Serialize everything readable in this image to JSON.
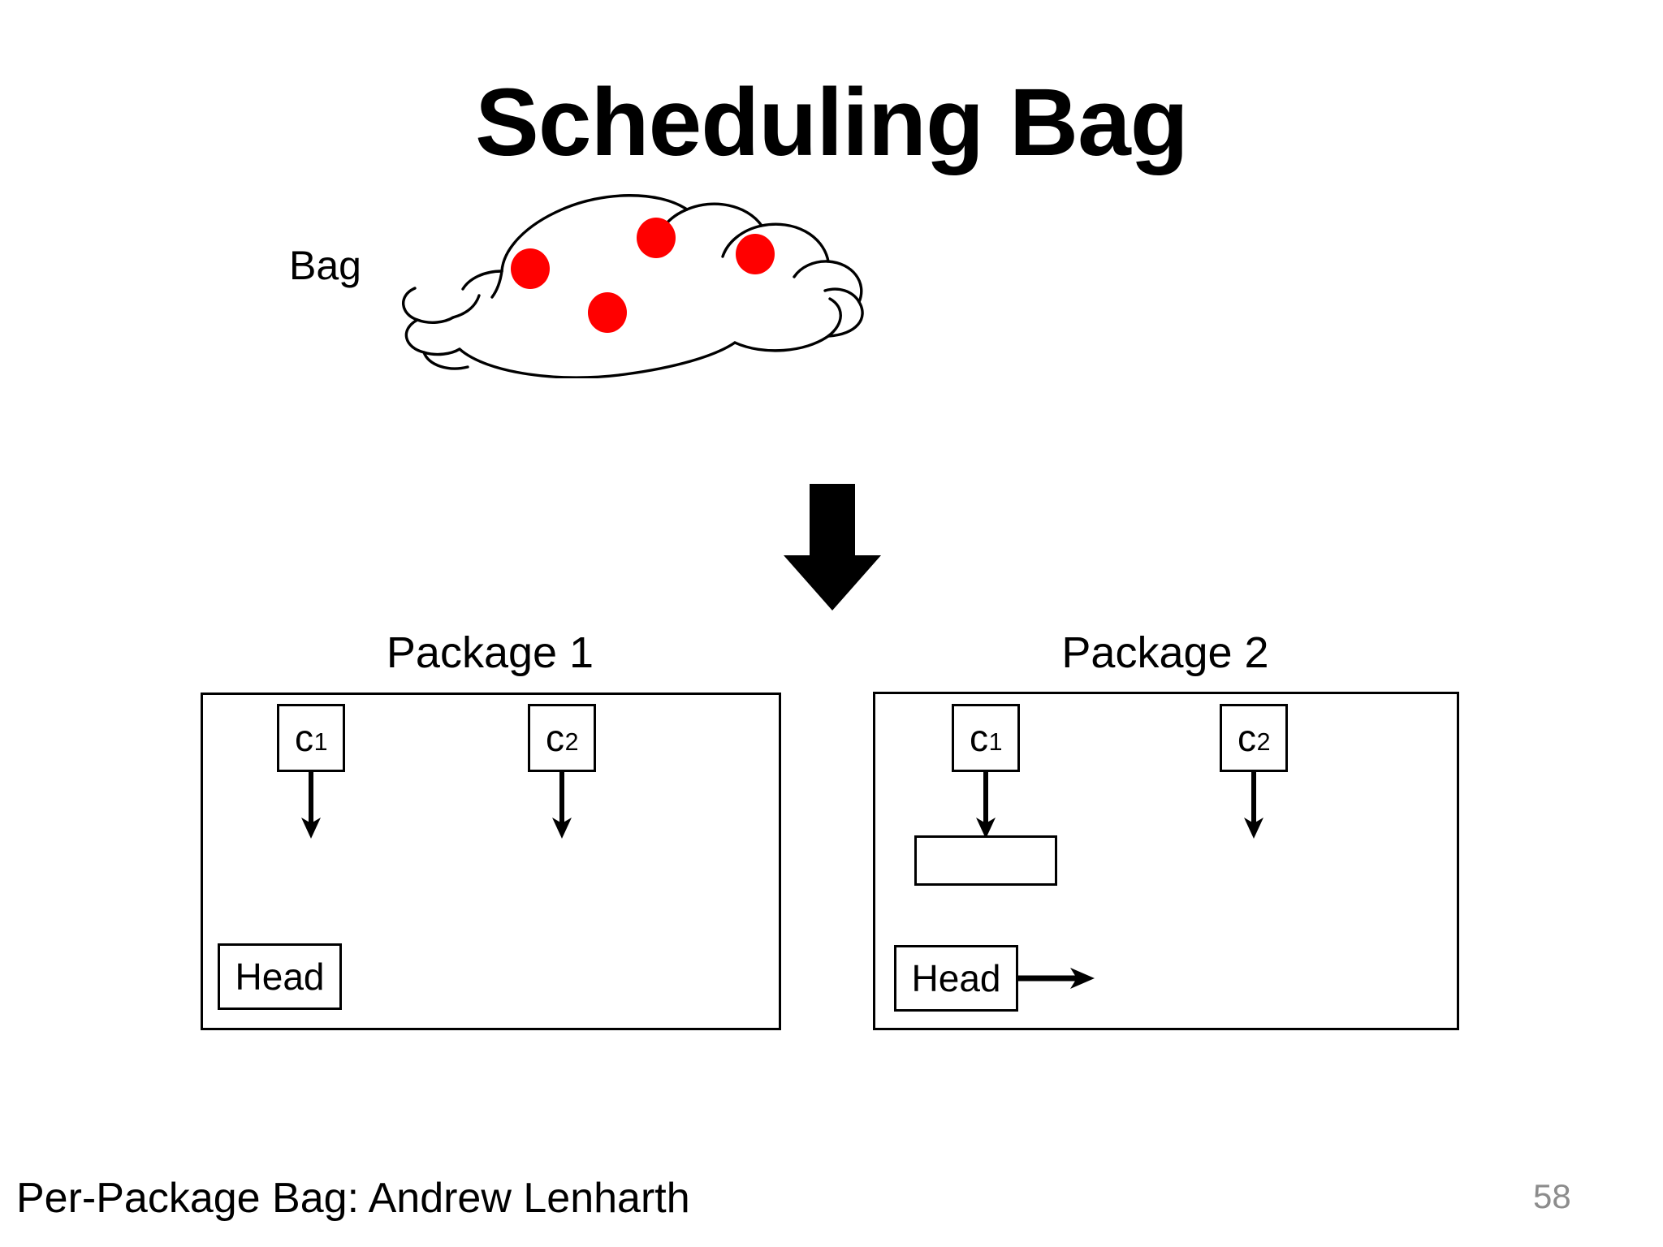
{
  "slide": {
    "title": "Scheduling Bag",
    "background_color": "#ffffff",
    "ink_color": "#000000",
    "accent_color": "#ff0000",
    "page_number": "58",
    "footer": "Per-Package Bag: Andrew Lenharth"
  },
  "bag": {
    "label": "Bag",
    "token_color": "#ff0000",
    "token_count": 4
  },
  "flow": {
    "down_arrow_icon": "big-down-arrow"
  },
  "packages": [
    {
      "heading": "Package 1",
      "cells": [
        {
          "label": "c",
          "subscript": "1"
        },
        {
          "label": "c",
          "subscript": "2"
        }
      ],
      "head": {
        "label": "Head",
        "has_next_arrow": false
      },
      "node_boxes": []
    },
    {
      "heading": "Package 2",
      "cells": [
        {
          "label": "c",
          "subscript": "1"
        },
        {
          "label": "c",
          "subscript": "2"
        }
      ],
      "head": {
        "label": "Head",
        "has_next_arrow": true
      },
      "node_boxes": [
        {
          "label": ""
        }
      ]
    }
  ]
}
